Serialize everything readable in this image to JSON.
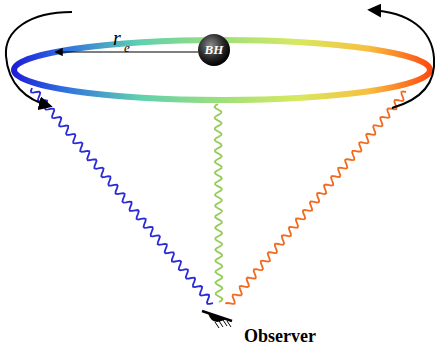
{
  "diagram": {
    "nodes": [
      {
        "text": [
          "BH"
        ]
      }
    ],
    "labels": [
      "r",
      "e",
      "Observer"
    ]
  }
}
